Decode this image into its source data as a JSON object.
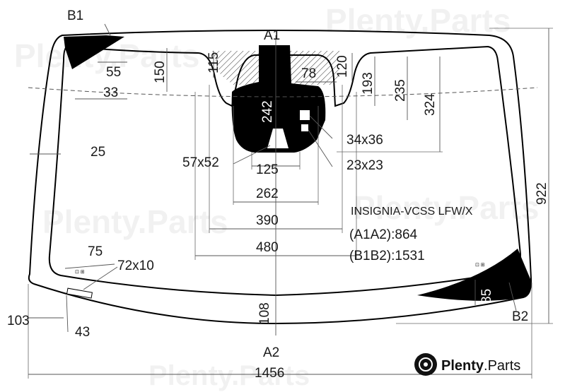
{
  "model": "INSIGNIA-VCSS LFW/X",
  "points": {
    "a1": "A1",
    "a2": "A2",
    "b1": "B1",
    "b2": "B2"
  },
  "diagonals": {
    "a1a2": "(A1A2):864",
    "b1b2": "(B1B2):1531"
  },
  "dimensions": {
    "overall_width": "1456",
    "overall_height": "922",
    "d55": "55",
    "d150": "150",
    "d115": "115",
    "d120": "120",
    "d78": "78",
    "d193": "193",
    "d235": "235",
    "d324": "324",
    "d33": "33",
    "d242": "242",
    "d25": "25",
    "d125": "125",
    "d262": "262",
    "d390": "390",
    "d480": "480",
    "d75": "75",
    "d108": "108",
    "d103": "103",
    "d43": "43",
    "d85": "85"
  },
  "features": {
    "sensor_large": "34x36",
    "sensor_small": "23x23",
    "camera_window": "57x52",
    "vin_window": "72x10"
  },
  "brand": {
    "name": "Plenty",
    "suffix": ".Parts",
    "watermark": "Plenty.Parts"
  },
  "colors": {
    "line": "#000000",
    "dim": "#555555",
    "fill_black": "#000000"
  }
}
